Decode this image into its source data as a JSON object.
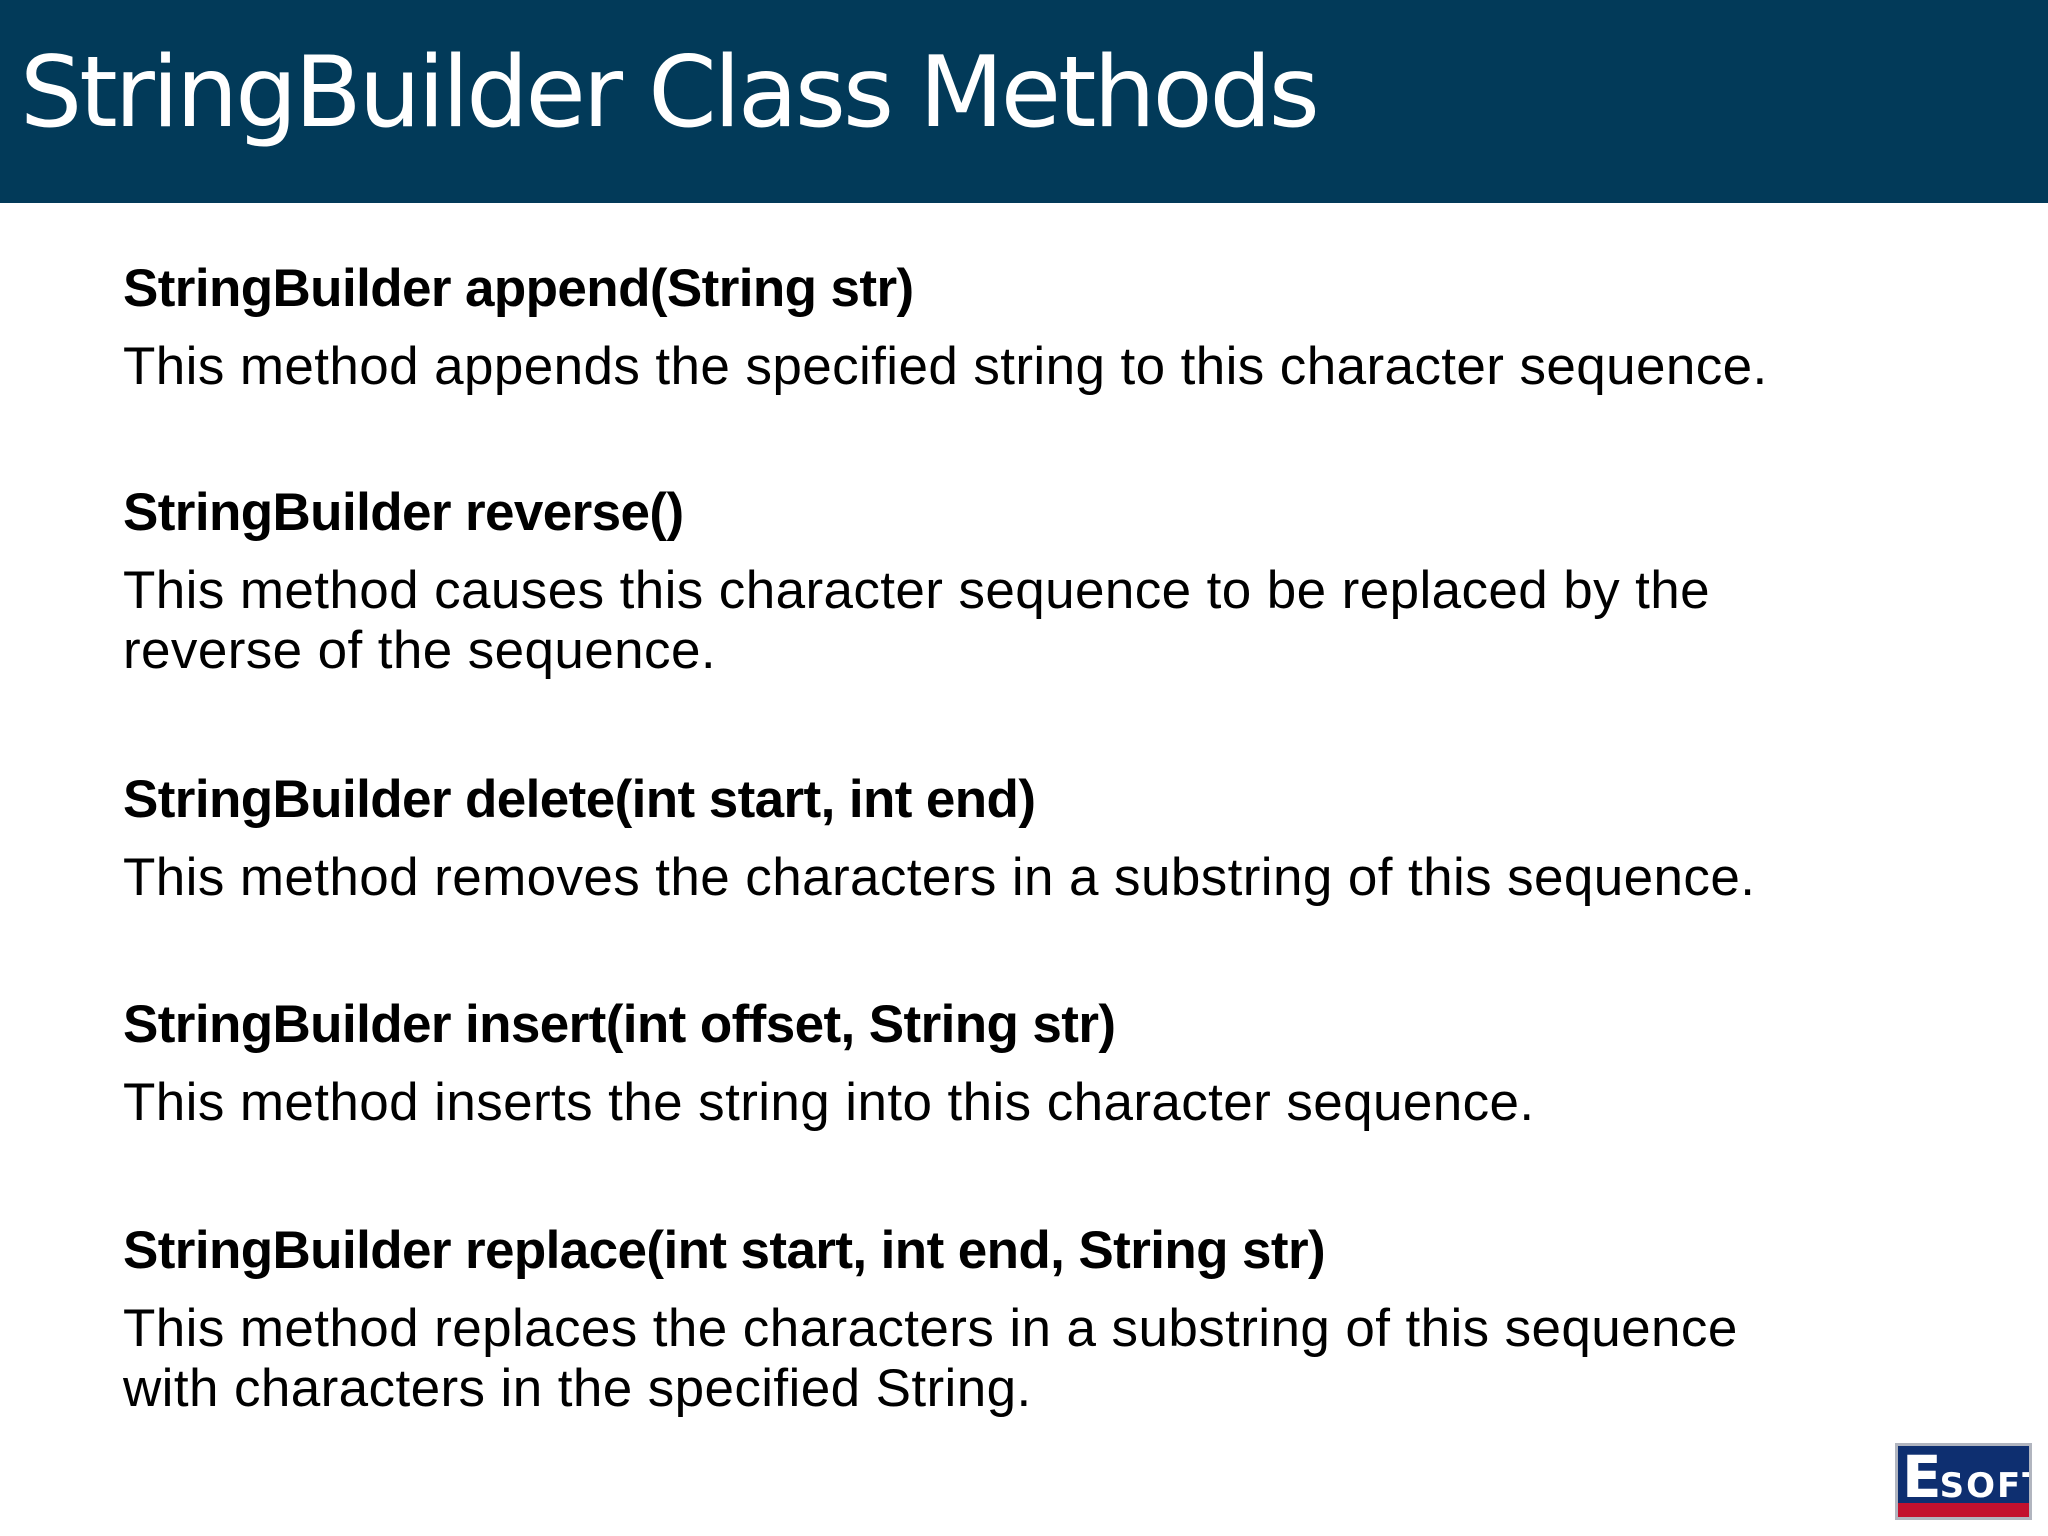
{
  "slide": {
    "title": "StringBuilder Class Methods"
  },
  "methods": [
    {
      "signature": "StringBuilder append(String str)",
      "description_lines": [
        "This method appends the specified string to this character sequence."
      ]
    },
    {
      "signature": "StringBuilder reverse()",
      "description_lines": [
        "This method causes this character sequence to be replaced by the",
        "reverse of the sequence."
      ]
    },
    {
      "signature": "StringBuilder delete(int start, int end)",
      "description_lines": [
        "This method removes the characters in a substring of this sequence."
      ]
    },
    {
      "signature": "StringBuilder insert(int offset, String str)",
      "description_lines": [
        "This method inserts the string into this character sequence."
      ]
    },
    {
      "signature": "StringBuilder replace(int start, int end, String str)",
      "description_lines": [
        "This method replaces the characters in a substring of this sequence",
        "with characters in the specified String."
      ]
    }
  ],
  "logo": {
    "first_letter": "E",
    "rest_letters": "SOFT",
    "colors": {
      "background": "#0e2f70",
      "accent_strip": "#c3112e",
      "text": "#ffffff"
    }
  },
  "colors": {
    "title_bar": "#023a59",
    "title_text": "#ffffff",
    "body_text": "#000000",
    "background": "#ffffff"
  }
}
